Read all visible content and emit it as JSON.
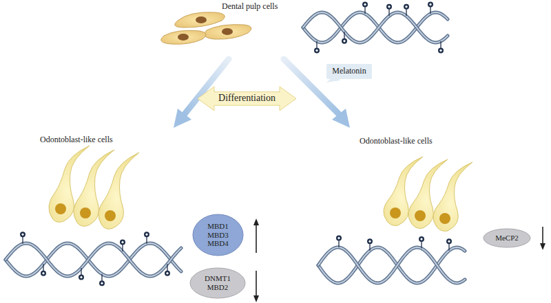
{
  "diagram": {
    "nodes": [
      {
        "text": [
          "Differentiation"
        ]
      },
      {
        "text": [
          "Melatonin"
        ]
      },
      {
        "text": [
          "MBD1 MBD3 MBD4"
        ]
      },
      {
        "text": [
          "DNMT1 MBD2"
        ]
      },
      {
        "text": [
          "MeCP2"
        ]
      }
    ],
    "labels": [
      "Dental pulp cells",
      "Odontoblast-like cells",
      "Odontoblast-like cells"
    ]
  }
}
